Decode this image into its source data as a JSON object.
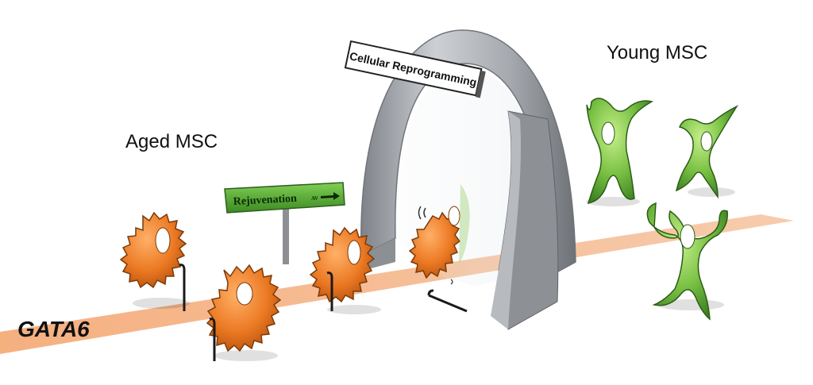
{
  "labels": {
    "aged": "Aged MSC",
    "young": "Young MSC",
    "gata": "GATA6",
    "arch_sign": "Cellular Reprogramming",
    "road_sign": "Rejuvenation",
    "road_sign_small": "AV"
  },
  "colors": {
    "aged_cell": "#e8782a",
    "young_cell": "#6cb83c",
    "road": "#f2b48a",
    "arch": "#a9adb3",
    "sign_green": "#3f8f2a"
  }
}
